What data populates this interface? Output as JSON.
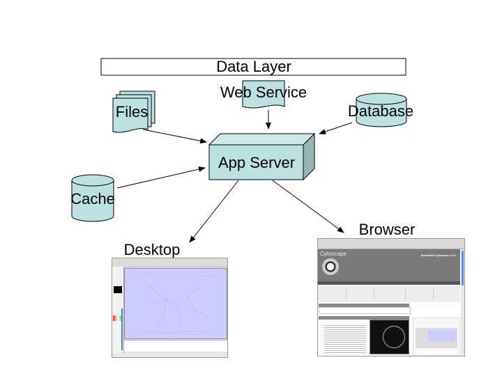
{
  "diagram": {
    "title": "Data Layer",
    "nodes": {
      "web_service": "Web Service",
      "files": "Files",
      "database": "Database",
      "app_server": "App Server",
      "cache": "Cache",
      "desktop": "Desktop",
      "browser": "Browser"
    },
    "edges": [
      {
        "from": "Web Service",
        "to": "App Server"
      },
      {
        "from": "Files",
        "to": "App Server"
      },
      {
        "from": "Database",
        "to": "App Server"
      },
      {
        "from": "Cache",
        "to": "App Server"
      },
      {
        "from": "App Server",
        "to": "Desktop"
      },
      {
        "from": "App Server",
        "to": "Browser"
      }
    ],
    "colors": {
      "shape_fill": "#bde0e3",
      "shape_side": "#97b4b7",
      "canvas_bg": "#ccccff"
    }
  },
  "browser_screenshot": {
    "site_name": "Cytoscape",
    "headline": "Download Cytoscape 2.5.2"
  }
}
